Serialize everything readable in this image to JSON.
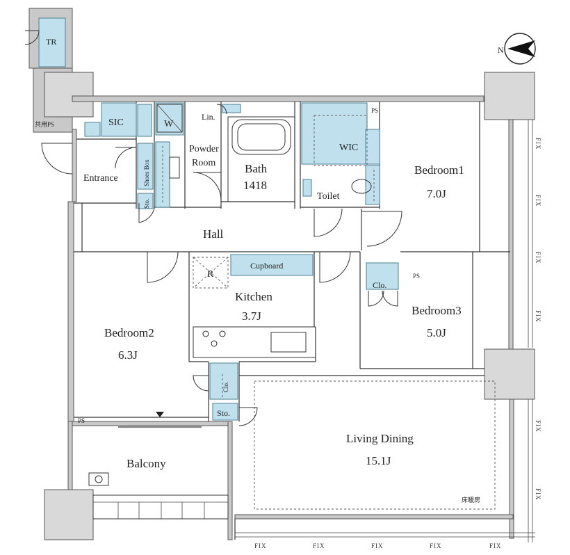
{
  "rooms": {
    "tr": "TR",
    "sic": "SIC",
    "w": "W",
    "lin": "Lin.",
    "powder": [
      "Powder",
      "Room"
    ],
    "bath": "Bath",
    "bath_size": "1418",
    "wic": "WIC",
    "ps_top": "PS",
    "entrance": "Entrance",
    "shoes_box": "Shoes Box",
    "sto_entrance": "Sto.",
    "toilet": "Toilet",
    "bedroom1": "Bedroom1",
    "bedroom1_size": "7.0J",
    "hall": "Hall",
    "refrigerator": "R",
    "cupboard": "Cupboard",
    "kitchen": "Kitchen",
    "kitchen_size": "3.7J",
    "clo_b3": "Clo.",
    "ps_b3": "PS",
    "bedroom3": "Bedroom3",
    "bedroom3_size": "5.0J",
    "bedroom2": "Bedroom2",
    "bedroom2_size": "6.3J",
    "clo_hall": "Clo.",
    "sto_hall": "Sto.",
    "ps_b2": "PS",
    "living": "Living Dining",
    "living_size": "15.1J",
    "floor_heating": "床暖房",
    "balcony": "Balcony",
    "meter_ps": "共用PS"
  },
  "compass": {
    "label": "N"
  },
  "fix_label": "FIX",
  "colors": {
    "storage": "#bfe0ec",
    "wall": "#c9c9c9"
  }
}
